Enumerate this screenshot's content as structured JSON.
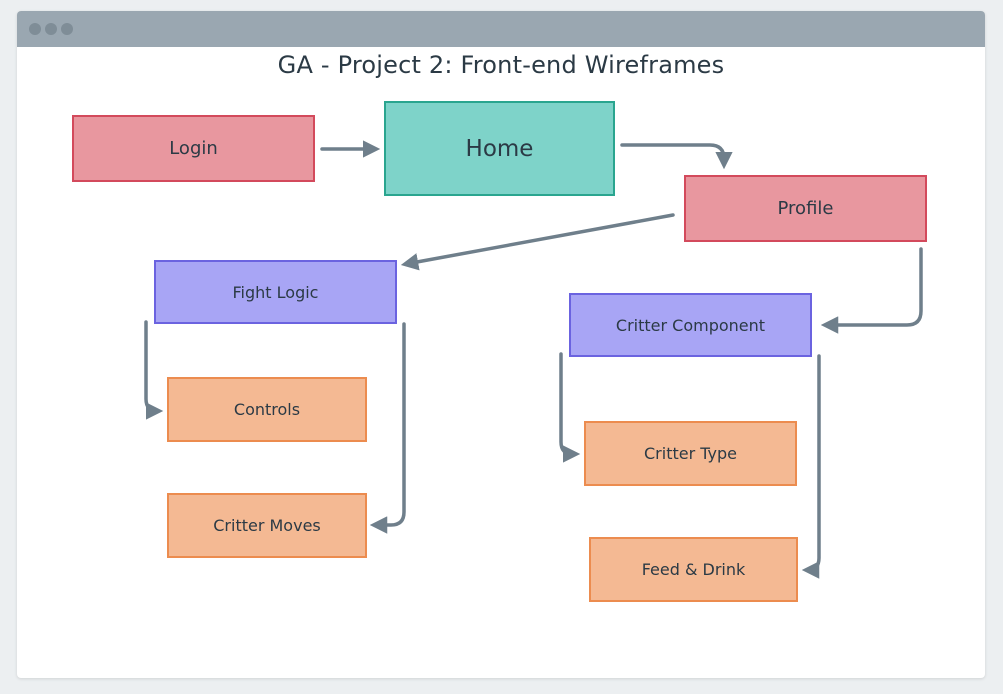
{
  "diagram": {
    "title": "GA - Project 2: Front-end Wireframes",
    "nodes": {
      "login": "Login",
      "home": "Home",
      "profile": "Profile",
      "fight_logic": "Fight Logic",
      "critter_component": "Critter Component",
      "controls": "Controls",
      "critter_moves": "Critter Moves",
      "critter_type": "Critter Type",
      "feed_drink": "Feed & Drink"
    },
    "edges": [
      [
        "login",
        "home"
      ],
      [
        "home",
        "profile"
      ],
      [
        "profile",
        "fight_logic"
      ],
      [
        "profile",
        "critter_component"
      ],
      [
        "fight_logic",
        "controls"
      ],
      [
        "fight_logic",
        "critter_moves"
      ],
      [
        "critter_component",
        "critter_type"
      ],
      [
        "critter_component",
        "feed_drink"
      ]
    ],
    "colors": {
      "pink_fill": "#e8979f",
      "pink_border": "#d34a5c",
      "teal_fill": "#7ed3c9",
      "teal_border": "#2aa58f",
      "violet_fill": "#a8a5f5",
      "violet_border": "#6b63e0",
      "orange_fill": "#f4b993",
      "orange_border": "#ec8c4f",
      "edge": "#6f7f8b"
    }
  }
}
